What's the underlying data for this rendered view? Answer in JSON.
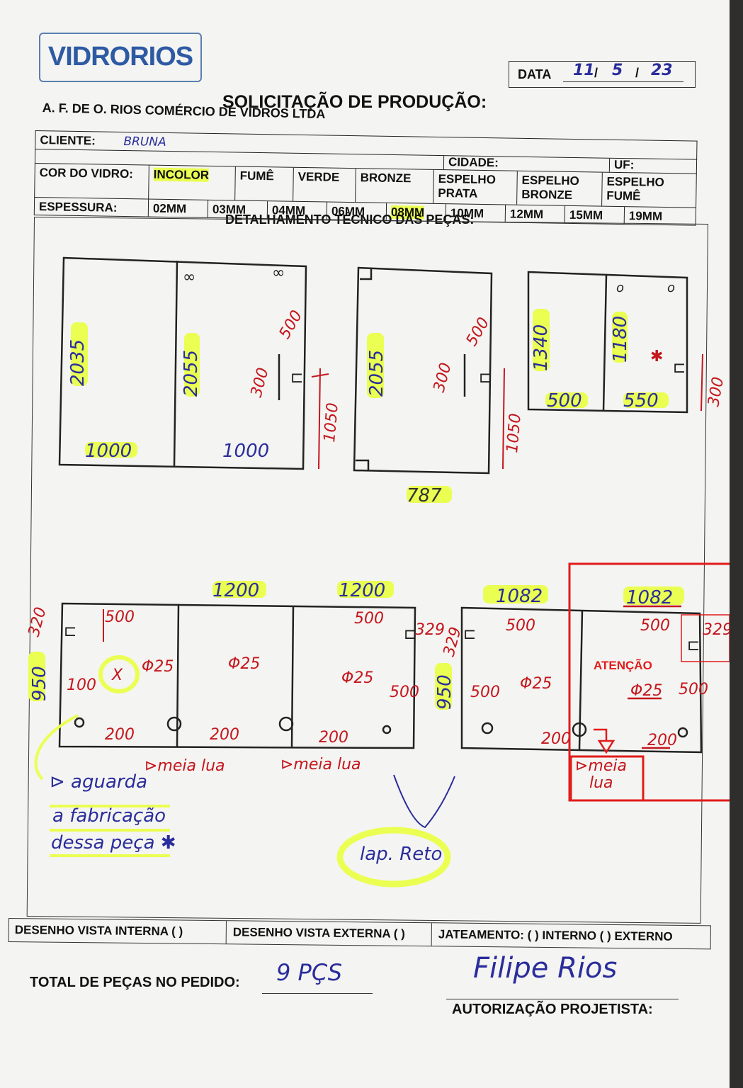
{
  "header": {
    "logo": "VIDRORIOS",
    "date_label": "DATA",
    "date_day": "11",
    "date_month": "5",
    "date_year": "23",
    "title": "SOLICITAÇÃO DE PRODUÇÃO:",
    "company": "A. F. DE O. RIOS COMÉRCIO DE VIDROS LTDA"
  },
  "client": {
    "label": "CLIENTE:",
    "value": "BRUNA",
    "city_label": "CIDADE:",
    "uf_label": "UF:"
  },
  "glass_color": {
    "label": "COR DO VIDRO:",
    "options": [
      "INCOLOR",
      "FUMÊ",
      "VERDE",
      "BRONZE",
      "ESPELHO PRATA",
      "ESPELHO BRONZE",
      "ESPELHO FUMÊ"
    ],
    "selected": "INCOLOR"
  },
  "thickness": {
    "label": "ESPESSURA:",
    "options": [
      "02MM",
      "03MM",
      "04MM",
      "06MM",
      "08MM",
      "10MM",
      "12MM",
      "15MM",
      "19MM"
    ],
    "selected": "08MM"
  },
  "section_title": "DETALHAMENTO TÉCNICO DAS PEÇAS:",
  "annotations": {
    "atencao": "ATENÇÃO",
    "meia_lua": "meia lua",
    "aguarda": [
      "aguarda",
      "a fabricação",
      "dessa peça"
    ],
    "lap_reto": "lap. Reto"
  },
  "footer": {
    "interna": "DESENHO VISTA INTERNA ( )",
    "externa": "DESENHO VISTA EXTERNA ( )",
    "jateamento": "JATEAMENTO: ( ) INTERNO ( ) EXTERNO"
  },
  "total": {
    "label": "TOTAL DE PEÇAS NO PEDIDO:",
    "value": "9 PÇS"
  },
  "signature": {
    "value": "Filipe Rios",
    "label": "AUTORIZAÇÃO PROJETISTA:"
  },
  "colors": {
    "highlight": "#eaff52",
    "red_ink": "#c4161c",
    "blue_ink": "#2a2d9c",
    "alert_red": "#e21b1b"
  }
}
